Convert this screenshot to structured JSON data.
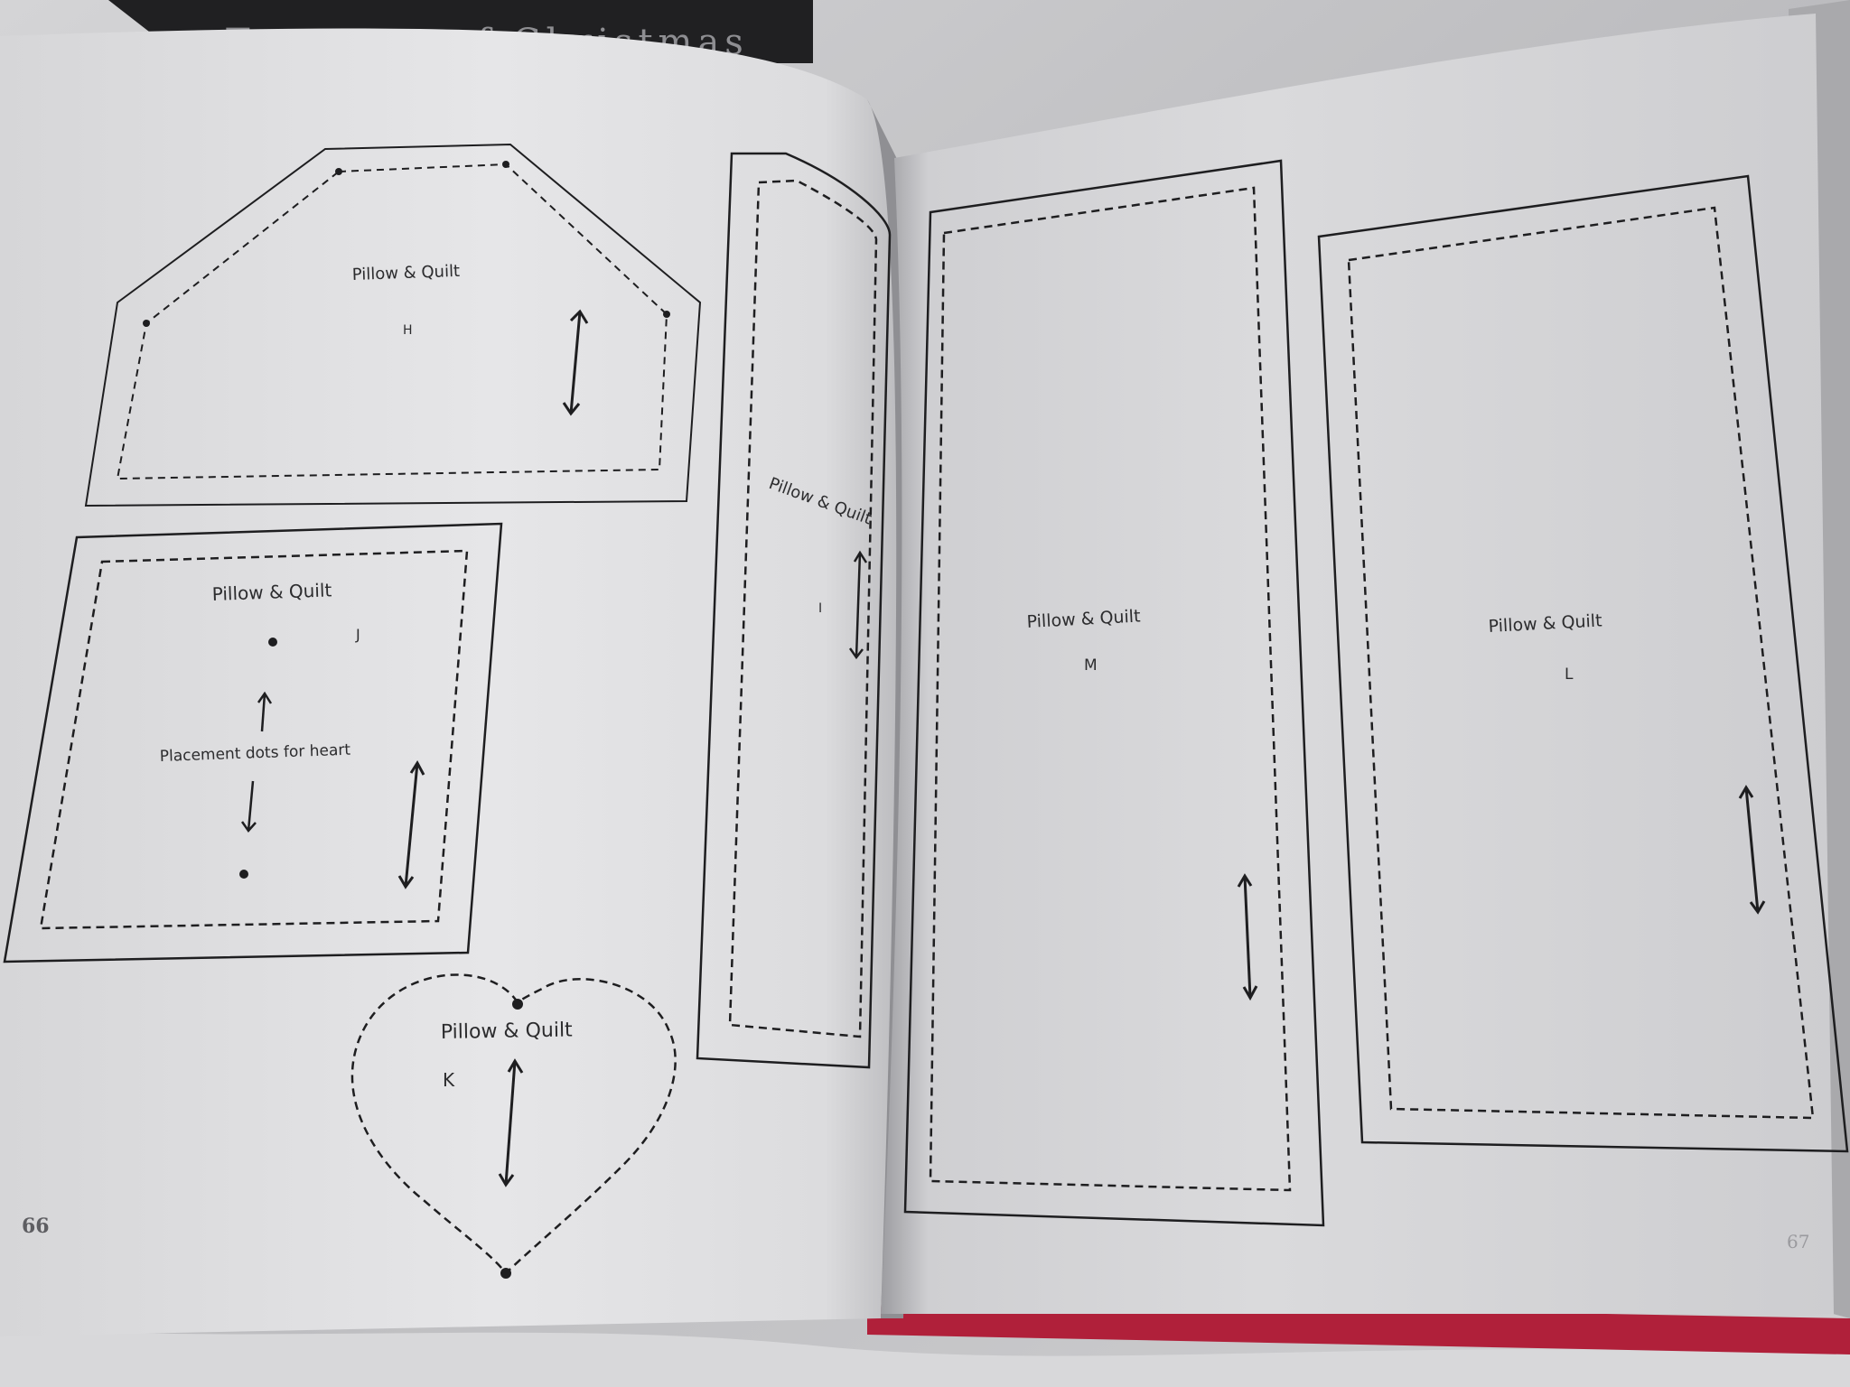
{
  "book": {
    "cover_title_fragment": "Treasury of Christmas"
  },
  "left_page": {
    "page_number": "66",
    "patterns": {
      "h": {
        "name": "Pillow & Quilt",
        "letter": "H"
      },
      "j": {
        "name": "Pillow & Quilt",
        "letter": "J",
        "note": "Placement dots for heart"
      },
      "k": {
        "name": "Pillow & Quilt",
        "letter": "K"
      },
      "i": {
        "name": "Pillow & Quilt",
        "letter": "I"
      }
    }
  },
  "right_page": {
    "page_number": "67",
    "patterns": {
      "m": {
        "name": "Pillow & Quilt",
        "letter": "M"
      },
      "l": {
        "name": "Pillow & Quilt",
        "letter": "L"
      }
    }
  },
  "colors": {
    "paper": "#e4e4e6",
    "ink": "#1e1e20",
    "cover_red": "#b0203a",
    "background_fabric": "#c8c8ca",
    "cover_top": "#202022"
  }
}
